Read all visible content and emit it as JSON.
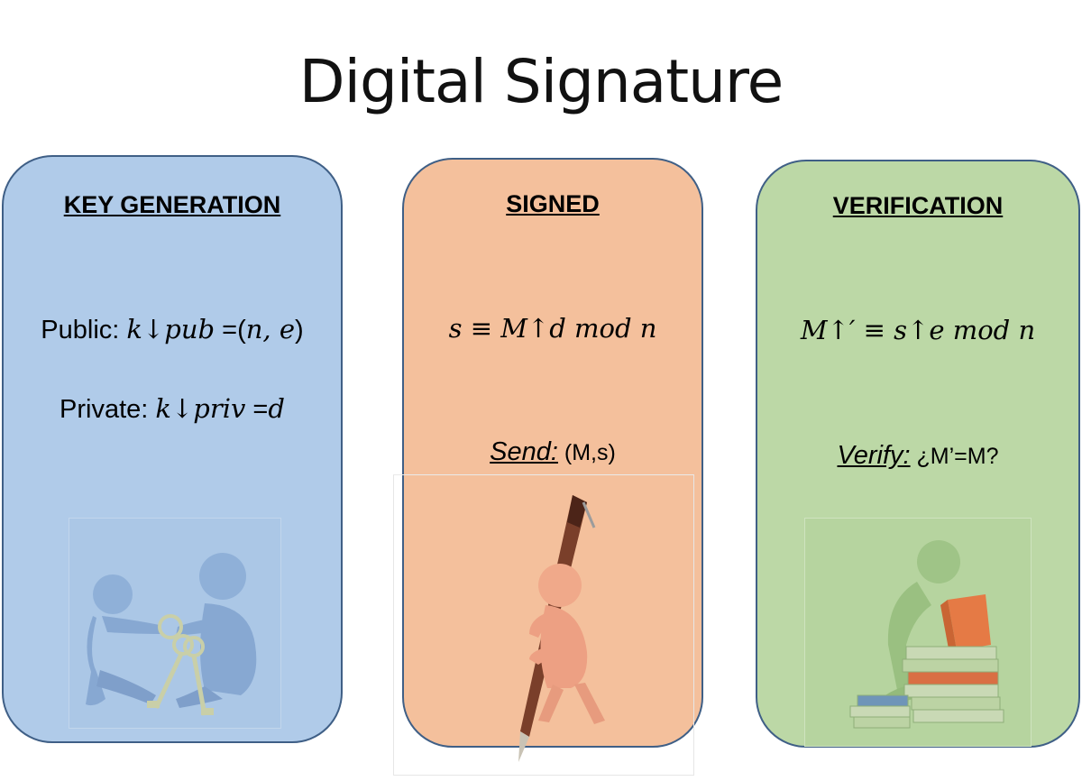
{
  "title": "Digital Signature",
  "panels": {
    "key_generation": {
      "heading": "KEY GENERATION",
      "public_label": "Public: ",
      "public_formula": "k↓pub",
      "public_eq": " =(",
      "public_args": "n, e",
      "public_close": ")",
      "private_label": "Private: ",
      "private_formula": "k↓priv",
      "private_eq": " =",
      "private_value": "d",
      "colors": {
        "fill": "#b0cbe9",
        "border": "#3f5f86"
      },
      "illustration": "two-figures-tugging-keys"
    },
    "signed": {
      "heading": "SIGNED",
      "formula": "s ≡ M↑d  mod n",
      "send_label": "Send:",
      "send_value": " (M,s)",
      "colors": {
        "fill": "#f4c09c",
        "border": "#3f5f86"
      },
      "illustration": "figure-holding-pen"
    },
    "verification": {
      "heading": "VERIFICATION",
      "formula": "M↑′ ≡ s↑e  mod n",
      "verify_label": "Verify:",
      "verify_value": " ¿M’=M?",
      "colors": {
        "fill": "#bcd8a6",
        "border": "#3f5f86"
      },
      "illustration": "figure-reading-books"
    }
  }
}
